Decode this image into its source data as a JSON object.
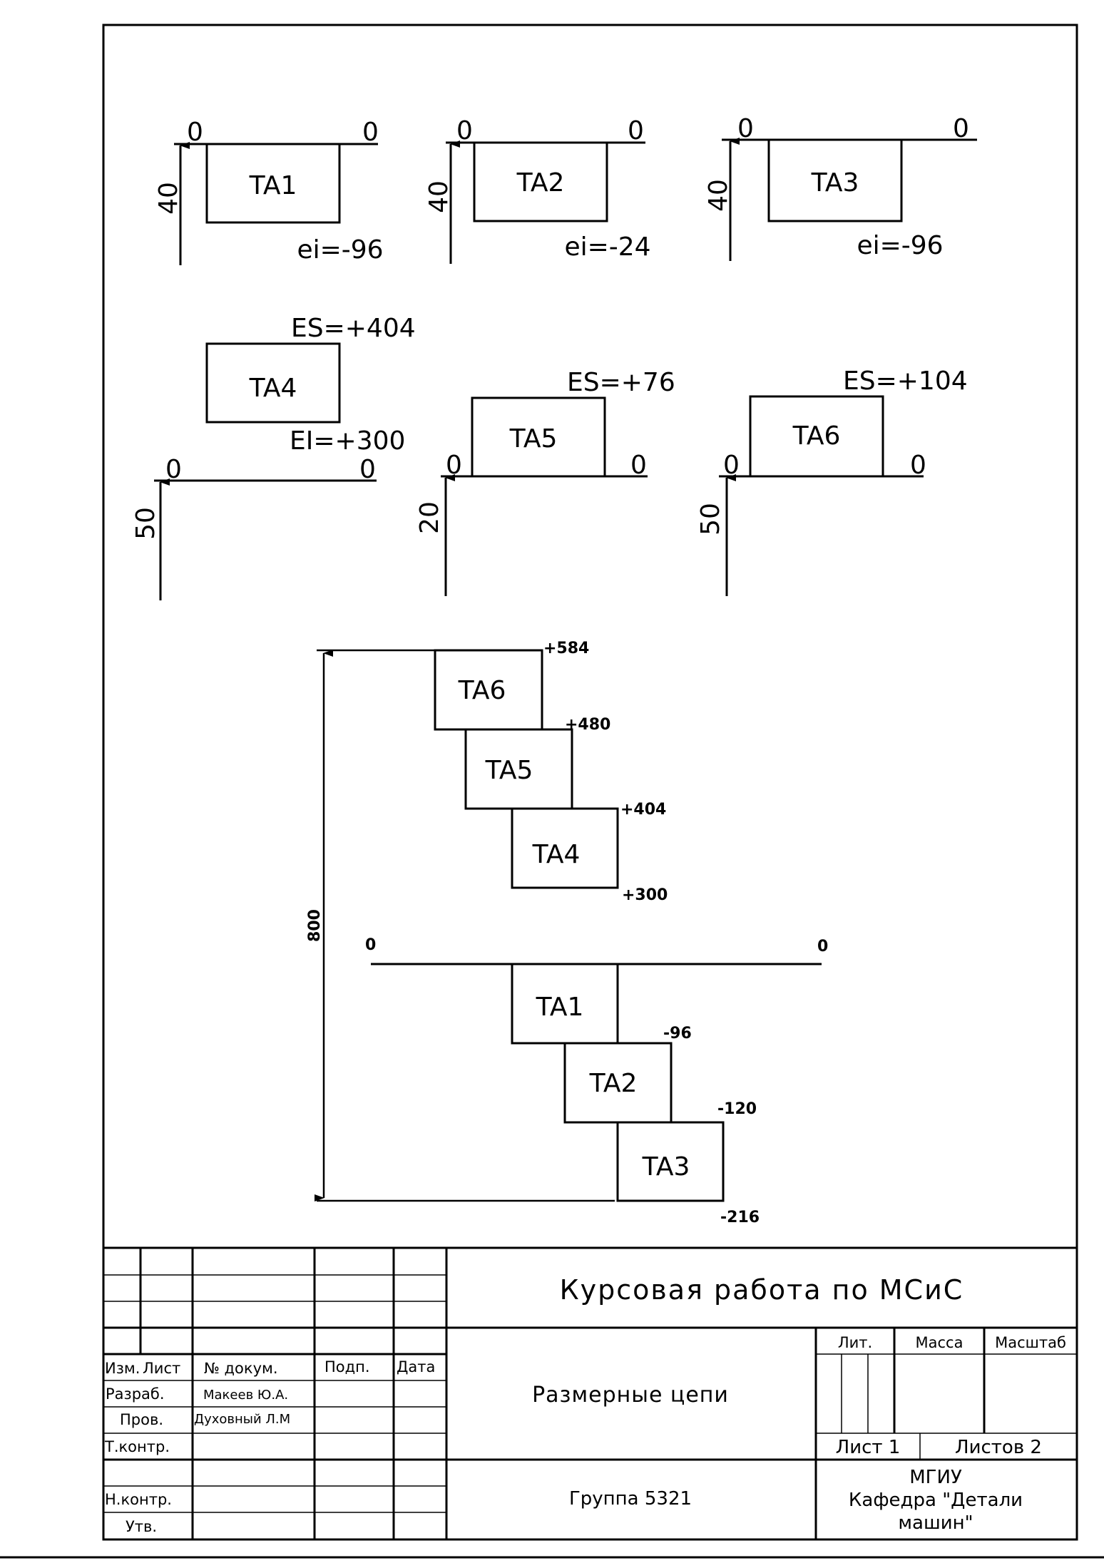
{
  "panels": [
    {
      "box": "TA1",
      "zero_left": "0",
      "zero_right": "0",
      "dim": "40",
      "dev": "ei=-96"
    },
    {
      "box": "TA2",
      "zero_left": "0",
      "zero_right": "0",
      "dim": "40",
      "dev": "ei=-24"
    },
    {
      "box": "TA3",
      "zero_left": "0",
      "zero_right": "0",
      "dim": "40",
      "dev": "ei=-96"
    },
    {
      "box": "TA4",
      "zero_left": "0",
      "zero_right": "0",
      "dim": "50",
      "dev_top": "ES=+404",
      "dev_bottom": "EI=+300"
    },
    {
      "box": "TA5",
      "zero_left": "0",
      "zero_right": "0",
      "dim": "20",
      "dev_top": "ES=+76"
    },
    {
      "box": "TA6",
      "zero_left": "0",
      "zero_right": "0",
      "dim": "50",
      "dev_top": "ES=+104"
    }
  ],
  "chain": {
    "total_dim": "800",
    "zero_left": "0",
    "zero_right": "0",
    "boxes": [
      "TA6",
      "TA5",
      "TA4",
      "TA1",
      "TA2",
      "TA3"
    ],
    "labels": [
      "+584",
      "+480",
      "+404",
      "+300",
      "-96",
      "-120",
      "-216"
    ]
  },
  "title_block": {
    "main_title": "Курсовая работа по МСиС",
    "subtitle": "Размерные цепи",
    "group": "Группа 5321",
    "org_line1": "МГИУ",
    "org_line2": "Кафедра \"Детали",
    "org_line3": "машин\"",
    "col_izm": "Изм.",
    "col_list": "Лист",
    "col_doc": "№ докум.",
    "col_podp": "Подп.",
    "col_data": "Дата",
    "row_razrab": "Разраб.",
    "razrab_name": "Макеев Ю.А.",
    "row_prov": "Пров.",
    "prov_name": "Духовный Л.М",
    "row_tkontr": "Т.контр.",
    "row_nkontr": "Н.контр.",
    "row_utv": "Утв.",
    "lit": "Лит.",
    "massa": "Масса",
    "masshtab": "Масштаб",
    "sheet": "Лист 1",
    "sheets": "Листов 2"
  }
}
